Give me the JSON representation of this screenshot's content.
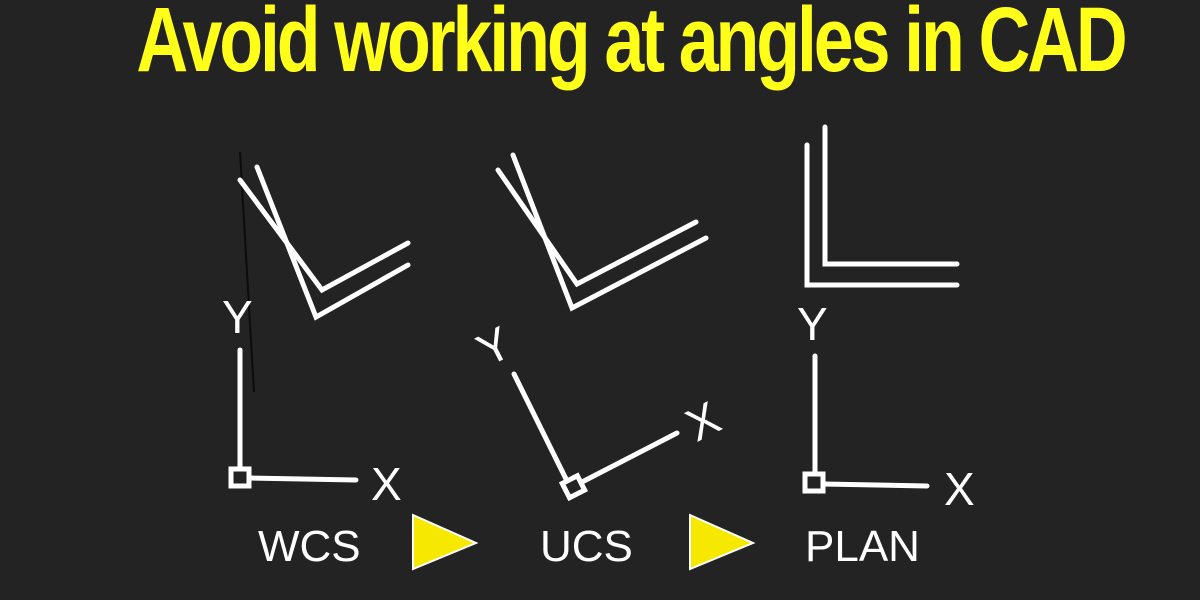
{
  "title": "Avoid working at angles in CAD",
  "colors": {
    "background": "#232323",
    "title": "#ffff1a",
    "lines": "#ffffff",
    "arrow_fill": "#f7e800"
  },
  "panels": [
    {
      "axis_y": "Y",
      "axis_x": "X",
      "label": "WCS"
    },
    {
      "axis_y": "Y",
      "axis_x": "X",
      "label": "UCS"
    },
    {
      "axis_y": "Y",
      "axis_x": "X",
      "label": "PLAN"
    }
  ],
  "arrows": [
    {
      "icon": "yellow-triangle-arrow-right-icon"
    },
    {
      "icon": "yellow-triangle-arrow-right-icon"
    }
  ]
}
